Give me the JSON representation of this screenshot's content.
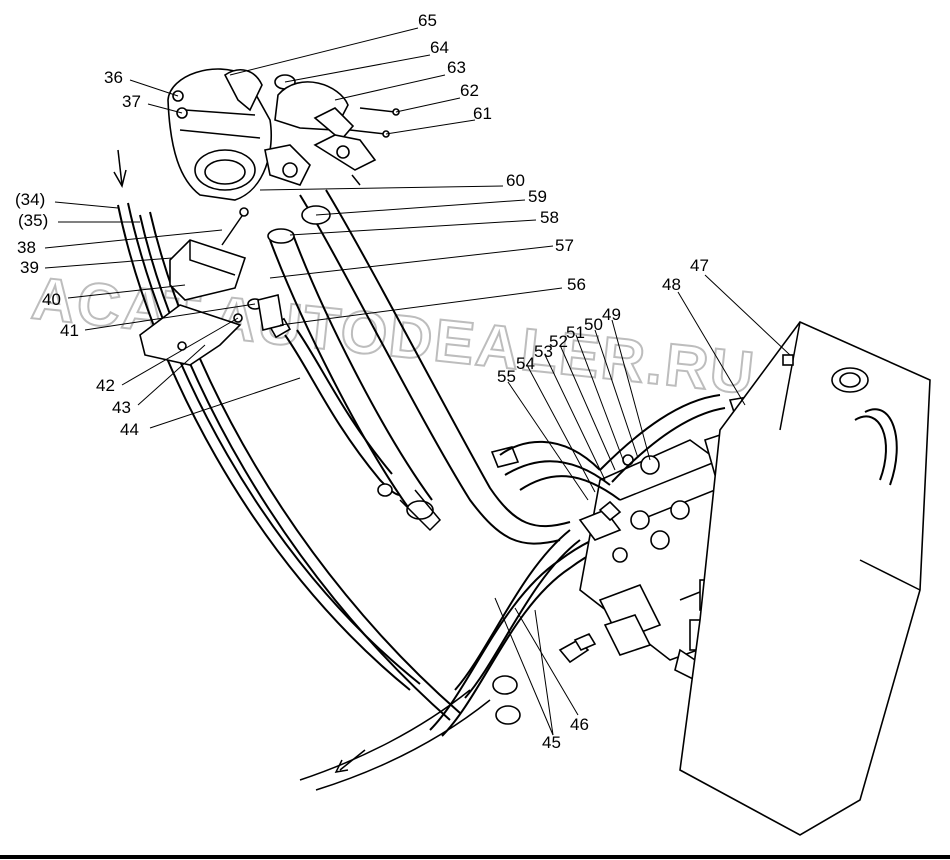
{
  "watermark": {
    "text": "ACAT.AUTODEALER.RU",
    "color": "#bdbdbd"
  },
  "callouts": [
    {
      "id": "c65",
      "label": "65"
    },
    {
      "id": "c64",
      "label": "64"
    },
    {
      "id": "c63",
      "label": "63"
    },
    {
      "id": "c62",
      "label": "62"
    },
    {
      "id": "c61",
      "label": "61"
    },
    {
      "id": "c36",
      "label": "36"
    },
    {
      "id": "c37",
      "label": "37"
    },
    {
      "id": "c60",
      "label": "60"
    },
    {
      "id": "c59",
      "label": "59"
    },
    {
      "id": "c58",
      "label": "58"
    },
    {
      "id": "c57",
      "label": "57"
    },
    {
      "id": "c56",
      "label": "56"
    },
    {
      "id": "c34",
      "label": "(34)"
    },
    {
      "id": "c35",
      "label": "(35)"
    },
    {
      "id": "c38",
      "label": "38"
    },
    {
      "id": "c39",
      "label": "39"
    },
    {
      "id": "c40",
      "label": "40"
    },
    {
      "id": "c41",
      "label": "41"
    },
    {
      "id": "c42",
      "label": "42"
    },
    {
      "id": "c43",
      "label": "43"
    },
    {
      "id": "c44",
      "label": "44"
    },
    {
      "id": "c47",
      "label": "47"
    },
    {
      "id": "c48",
      "label": "48"
    },
    {
      "id": "c49",
      "label": "49"
    },
    {
      "id": "c50",
      "label": "50"
    },
    {
      "id": "c51",
      "label": "51"
    },
    {
      "id": "c52",
      "label": "52"
    },
    {
      "id": "c53",
      "label": "53"
    },
    {
      "id": "c54",
      "label": "54"
    },
    {
      "id": "c55",
      "label": "55"
    },
    {
      "id": "c45",
      "label": "45"
    },
    {
      "id": "c46",
      "label": "46"
    }
  ]
}
